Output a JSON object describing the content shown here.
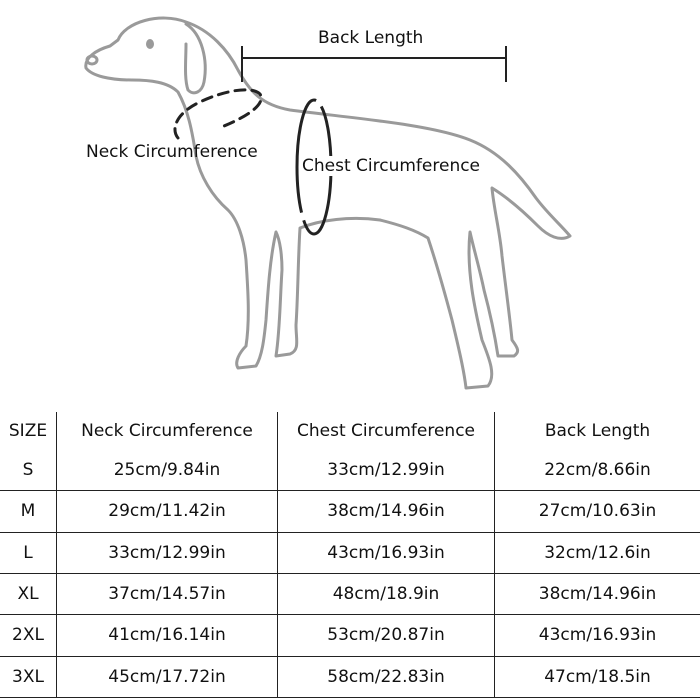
{
  "labels": {
    "back_length": "Back Length",
    "neck_circumference": "Neck Circumference",
    "chest_circumference": "Chest Circumference"
  },
  "table": {
    "headers": [
      "SIZE",
      "Neck Circumference",
      "Chest Circumference",
      "Back Length"
    ],
    "rows": [
      [
        "S",
        "25cm/9.84in",
        "33cm/12.99in",
        "22cm/8.66in"
      ],
      [
        "M",
        "29cm/11.42in",
        "38cm/14.96in",
        "27cm/10.63in"
      ],
      [
        "L",
        "33cm/12.99in",
        "43cm/16.93in",
        "32cm/12.6in"
      ],
      [
        "XL",
        "37cm/14.57in",
        "48cm/18.9in",
        "38cm/14.96in"
      ],
      [
        "2XL",
        "41cm/16.14in",
        "53cm/20.87in",
        "43cm/16.93in"
      ],
      [
        "3XL",
        "45cm/17.72in",
        "58cm/22.83in",
        "47cm/18.5in"
      ]
    ]
  },
  "colors": {
    "dog_outline": "#9a9a9a",
    "measure_line": "#222222",
    "table_border": "#222222"
  }
}
